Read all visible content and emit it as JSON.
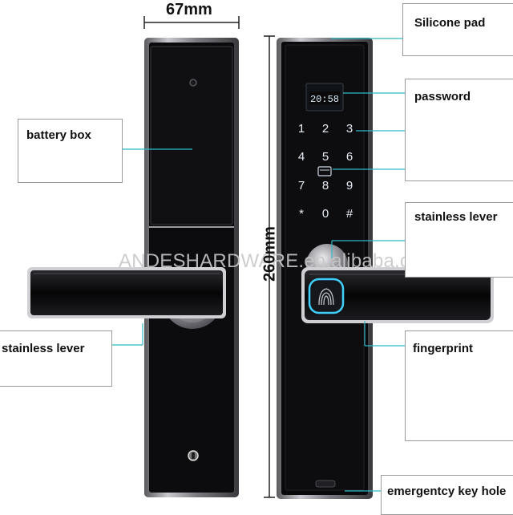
{
  "dimensions": {
    "width": "67mm",
    "height": "260mm"
  },
  "labels": {
    "silicone_pad": "Silicone pad",
    "password": "password",
    "battery_box": "battery box",
    "stainless_lever_right": "stainless lever",
    "stainless_lever_left": "stainless lever",
    "fingerprint": "fingerprint",
    "emergency_key_hole": "emergentcy key hole"
  },
  "screen": {
    "time": "20:58"
  },
  "keypad": [
    "1",
    "2",
    "3",
    "4",
    "5",
    "6",
    "7",
    "8",
    "9",
    "*",
    "0",
    "#"
  ],
  "watermark": "ANDESHARDWARE.en.alibaba.com",
  "colors": {
    "leader_line": "#2fb8c8",
    "panel": "#0c0c0e",
    "frame": "#8d8d92",
    "screen_text": "#d8eefc"
  },
  "icons": [
    "fingerprint-icon",
    "keyhole-icon",
    "camera-icon",
    "card-icon"
  ]
}
